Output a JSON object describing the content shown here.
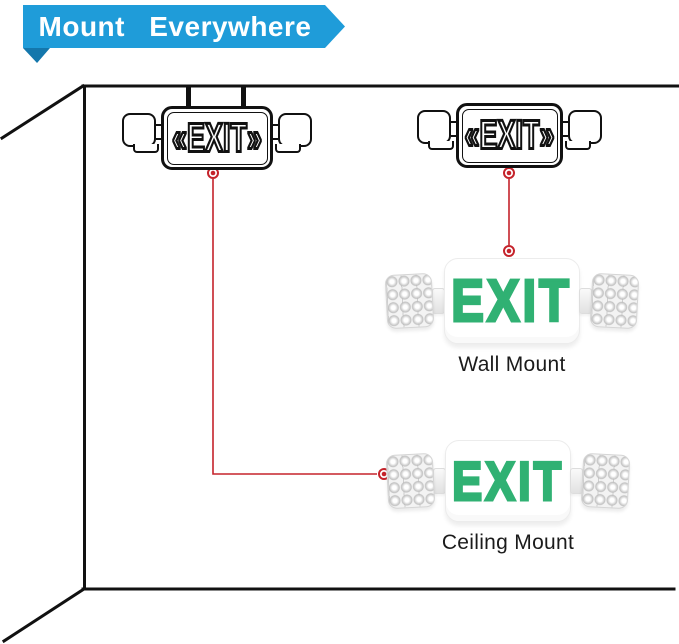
{
  "banner": {
    "label": "Mount Everywhere"
  },
  "colors": {
    "banner_blue": "#1f9cd9",
    "banner_fold": "#1477ac",
    "line_black": "#111111",
    "connector_red": "#c5232b",
    "exit_green": "#30b173"
  },
  "diagram": {
    "ceiling_sign": {
      "text": "«EXIT»"
    },
    "wall_sign": {
      "text": "«EXIT»"
    }
  },
  "products": {
    "wall": {
      "sign_text": "EXIT",
      "label": "Wall Mount"
    },
    "ceiling": {
      "sign_text": "EXIT",
      "label": "Ceiling Mount"
    }
  }
}
